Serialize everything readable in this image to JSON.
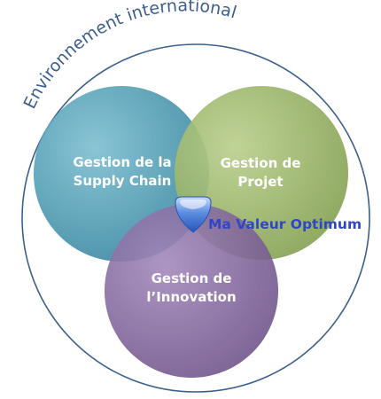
{
  "outer_circle": {
    "label": "Environnement international",
    "color": "#3b5f8f"
  },
  "circles": [
    {
      "label_line1": "Gestion de la",
      "label_line2": "Supply Chain",
      "color": "#4d9bb3"
    },
    {
      "label_line1": "Gestion de",
      "label_line2": "Projet",
      "color": "#8fac5a"
    },
    {
      "label_line1": "Gestion de",
      "label_line2": "l’Innovation",
      "color": "#7a5b96"
    }
  ],
  "center": {
    "label": "Ma Valeur Optimum",
    "color": "#2f47c6",
    "marker_color": "#3f72d6"
  }
}
